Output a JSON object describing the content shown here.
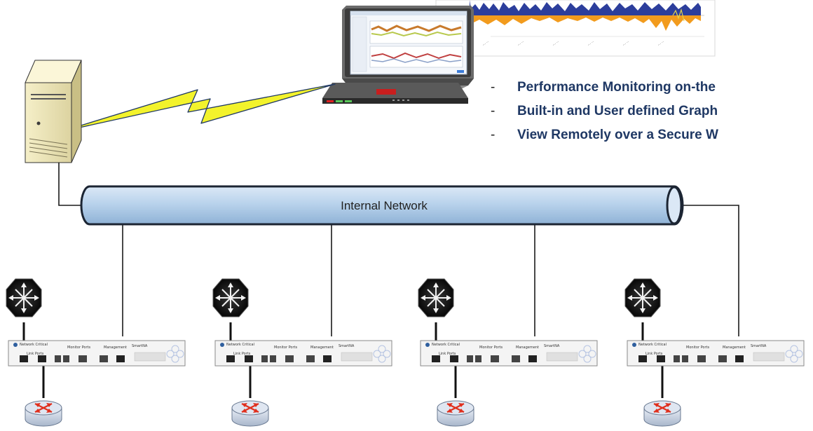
{
  "network": {
    "label": "Internal Network"
  },
  "bullets": [
    "Performance Monitoring on-the",
    "Built-in and User defined Graph",
    "View Remotely over a Secure W"
  ],
  "bullet_marker": "-",
  "appliance": {
    "brand": "Network Critical",
    "link_ports": "Link Ports",
    "monitor_ports": "Monitor Ports",
    "management": "Management",
    "model": "SmartNA"
  },
  "colors": {
    "pipe_fill": "#b9d3ec",
    "pipe_stroke": "#1c2533",
    "lightning": "#f3f32c",
    "chart_blue": "#2c3e9c",
    "chart_orange": "#f29b1d",
    "bullet_text": "#1f3864"
  },
  "icons": [
    "server-icon",
    "laptop-icon",
    "network-pipe",
    "switch-icon",
    "router-icon",
    "appliance-icon"
  ]
}
